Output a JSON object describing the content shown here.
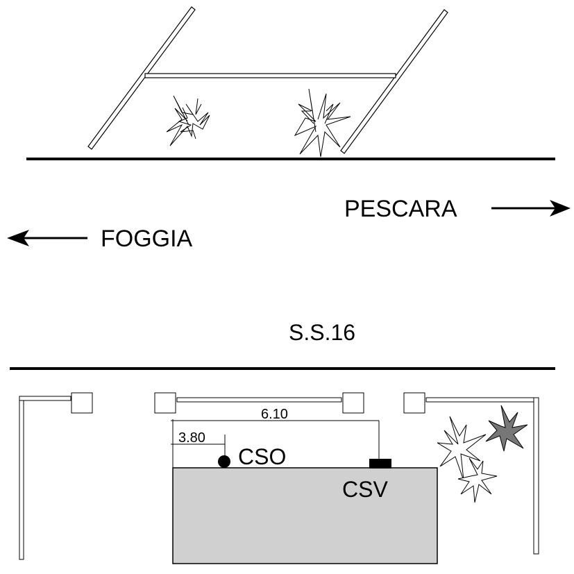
{
  "directions": {
    "right_label": "PESCARA",
    "left_label": "FOGGIA"
  },
  "road": {
    "name": "S.S.16"
  },
  "dimensions": {
    "long": "6.10",
    "short": "3.80"
  },
  "markers": {
    "cso": "CSO",
    "csv": "CSV"
  },
  "colors": {
    "ink": "#000000",
    "building_fill": "#d0d0d0",
    "plant_dark": "#777777"
  }
}
